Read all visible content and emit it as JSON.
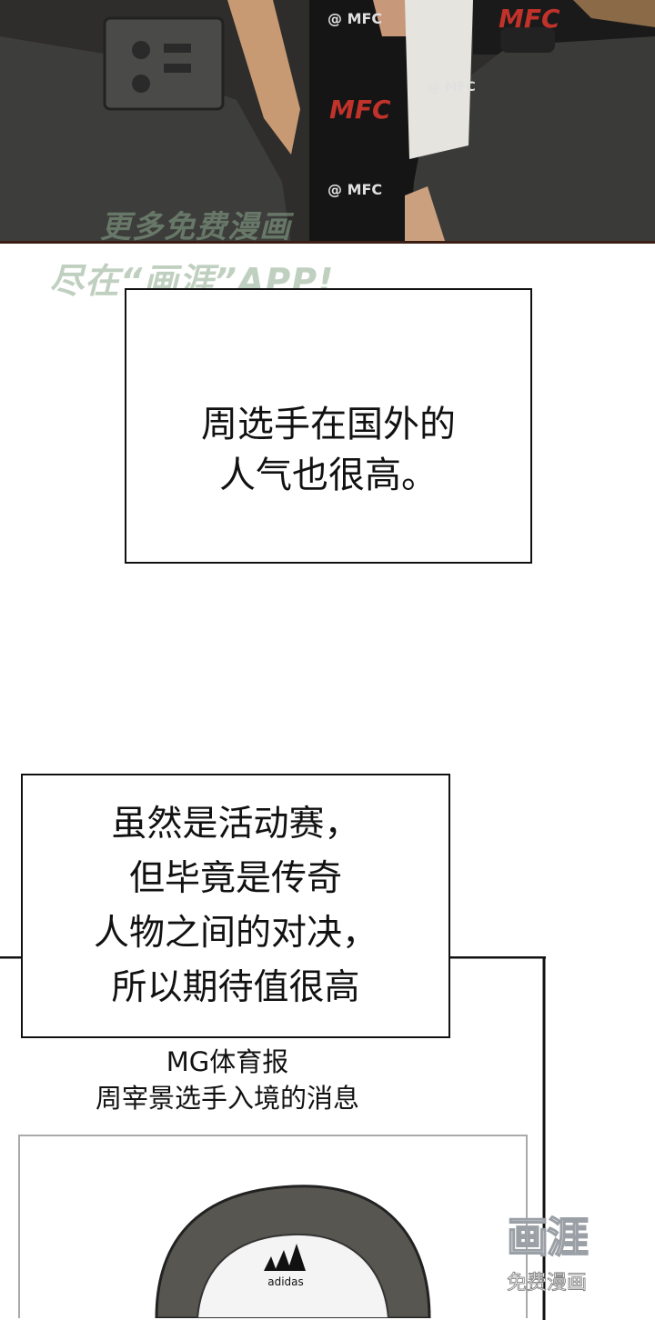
{
  "top_panel": {
    "logo_texts": [
      "MFC",
      "MFC",
      "@ MFC",
      "@ MFC",
      "@ MFC"
    ]
  },
  "watermark": {
    "line1": "更多免费漫画",
    "line2": "尽在“画涯”APP!"
  },
  "caption1": {
    "lines": [
      "周选手在国外的",
      "人气也很高。"
    ]
  },
  "caption2": {
    "lines": [
      "虽然是活动赛，",
      " 但毕竟是传奇",
      "人物之间的对决，",
      " 所以期待值很高"
    ]
  },
  "news": {
    "line1": "MG体育报",
    "line2": "周宰景选手入境的消息"
  },
  "bottom_panel": {
    "cap_brand": "adidas"
  },
  "brand_watermark": {
    "logo": "画涯",
    "sub": "免费漫画"
  }
}
